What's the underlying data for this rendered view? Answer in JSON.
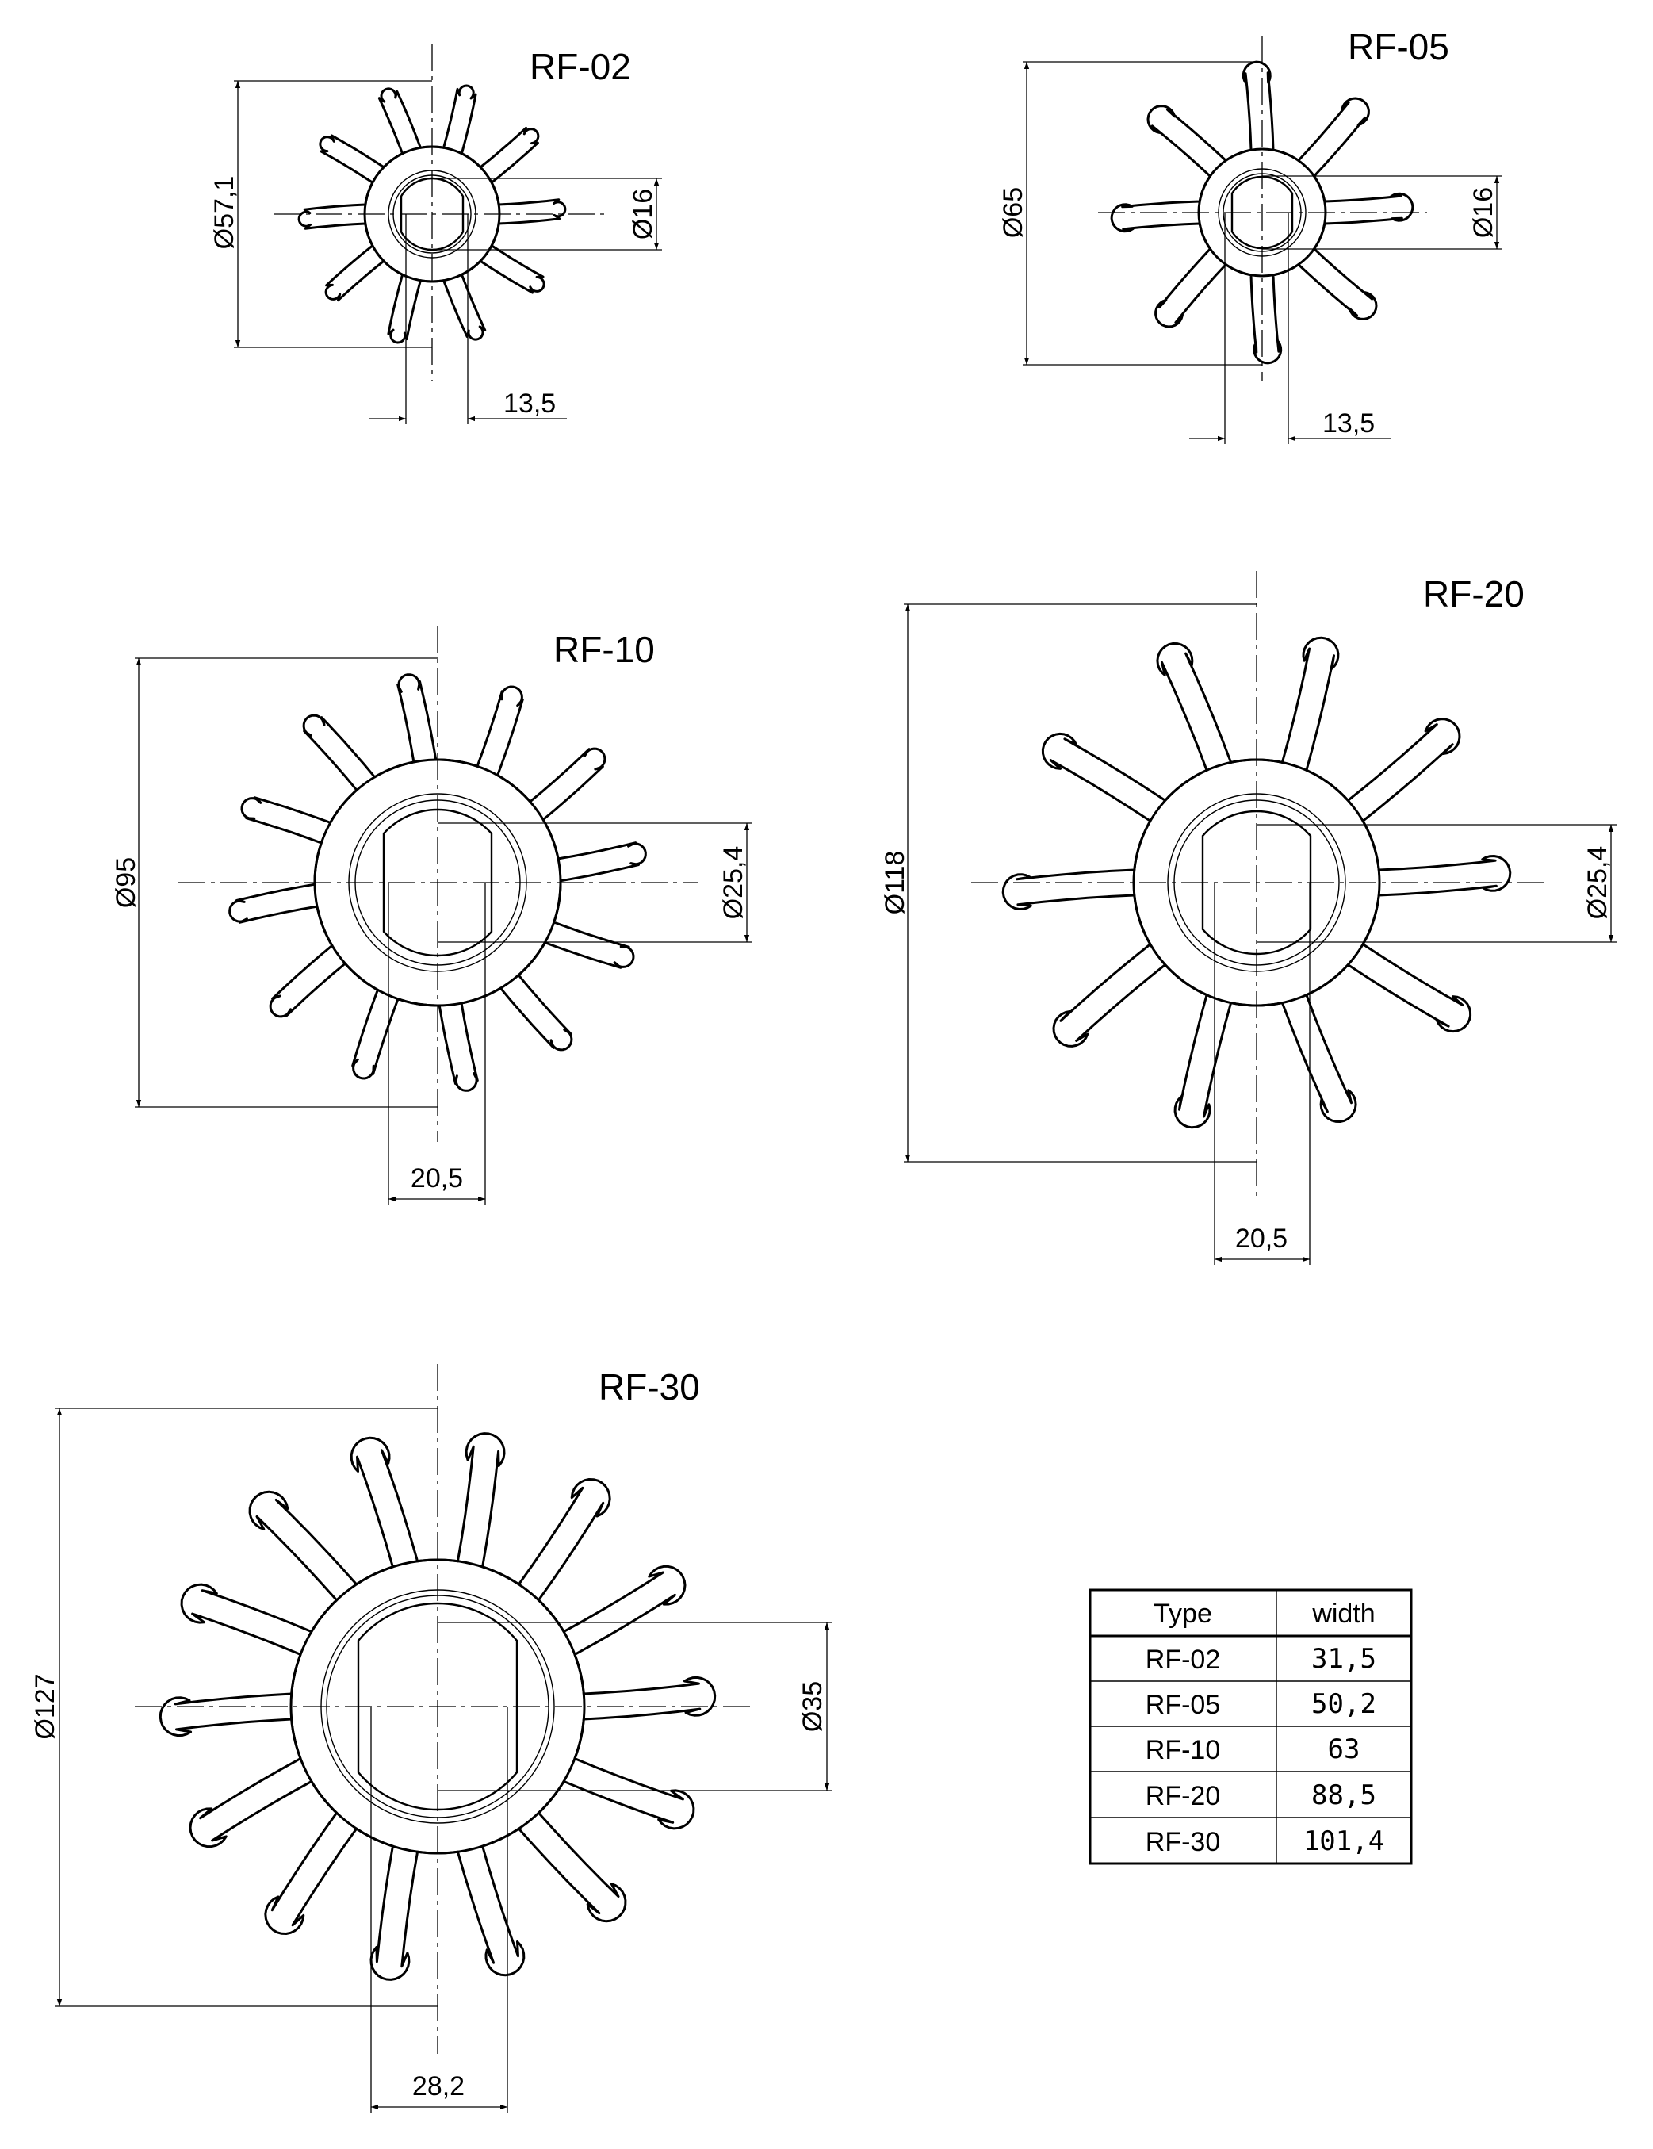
{
  "impellers": [
    {
      "title": "RF-02",
      "dia_outer": "Ø57,1",
      "dia_bore": "Ø16",
      "width": "13,5"
    },
    {
      "title": "RF-05",
      "dia_outer": "Ø65",
      "dia_bore": "Ø16",
      "width": "13,5"
    },
    {
      "title": "RF-10",
      "dia_outer": "Ø95",
      "dia_bore": "Ø25,4",
      "width": "20,5"
    },
    {
      "title": "RF-20",
      "dia_outer": "Ø118",
      "dia_bore": "Ø25,4",
      "width": "20,5"
    },
    {
      "title": "RF-30",
      "dia_outer": "Ø127",
      "dia_bore": "Ø35",
      "width": "28,2"
    }
  ],
  "width_table": {
    "headers": [
      "Type",
      "width"
    ],
    "rows": [
      [
        "RF-02",
        "31,5"
      ],
      [
        "RF-05",
        "50,2"
      ],
      [
        "RF-10",
        "63"
      ],
      [
        "RF-20",
        "88,5"
      ],
      [
        "RF-30",
        "101,4"
      ]
    ]
  }
}
